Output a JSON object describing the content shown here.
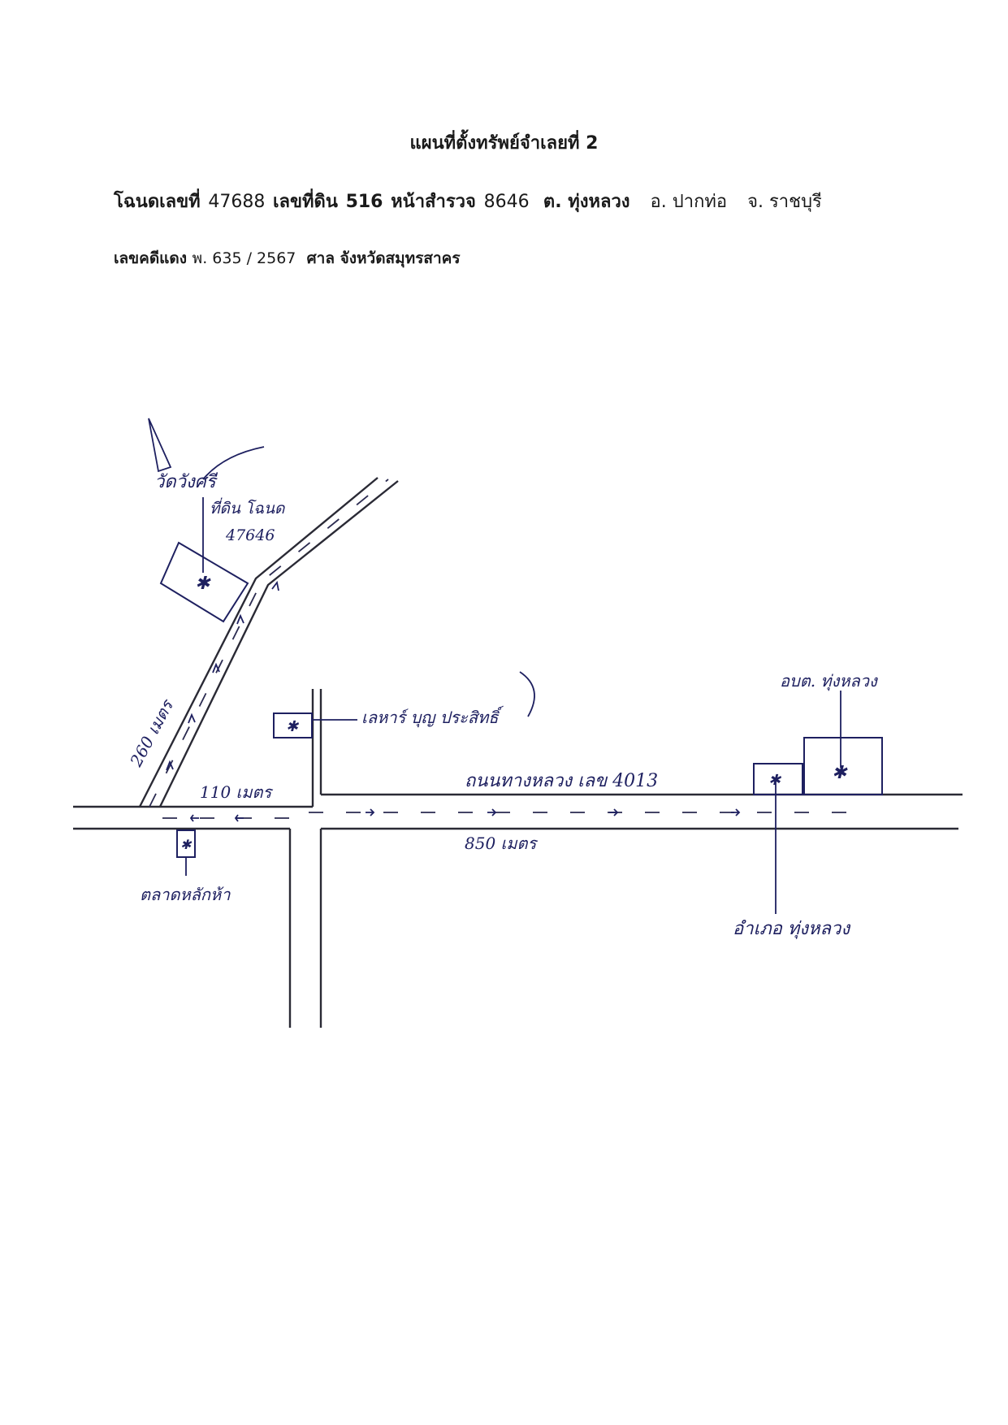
{
  "header": {
    "title": "แผนที่ตั้งทรัพย์จำเลยที่ 2"
  },
  "deed": {
    "deed_label": "โฉนดเลขที่",
    "deed_no": "47688",
    "land_label": "เลขที่ดิน",
    "land_no": "516",
    "survey_label": "หน้าสำรวจ",
    "survey_no": "8646",
    "subdistrict": "ต. ทุ่งหลวง",
    "district": "อ. ปากท่อ",
    "province": "จ. ราชบุรี"
  },
  "case": {
    "case_label": "เลขคดีแดง",
    "case_no": "พ. 635 / 2567",
    "court_label": "ศาล",
    "court": "จังหวัดสมุทรสาคร"
  },
  "map": {
    "labels": {
      "temple": "วัดวังศรี",
      "plot_label": "ที่ดิน โฉนด",
      "plot_no": "47646",
      "school": "เลหาร์ บุญ ประสิทธิ์",
      "market": "ตลาดหลักห้า",
      "highway": "ถนนทางหลวง เลข 4013",
      "office": "อบต. ทุ่งหลวง",
      "district_office": "อำเภอ ทุ่งหลวง"
    },
    "distances": {
      "diagonal": "260 เมตร",
      "short": "110 เมตร",
      "long": "850 เมตร"
    },
    "colors": {
      "ink": "#1e2060",
      "road": "#2a2a35"
    }
  }
}
